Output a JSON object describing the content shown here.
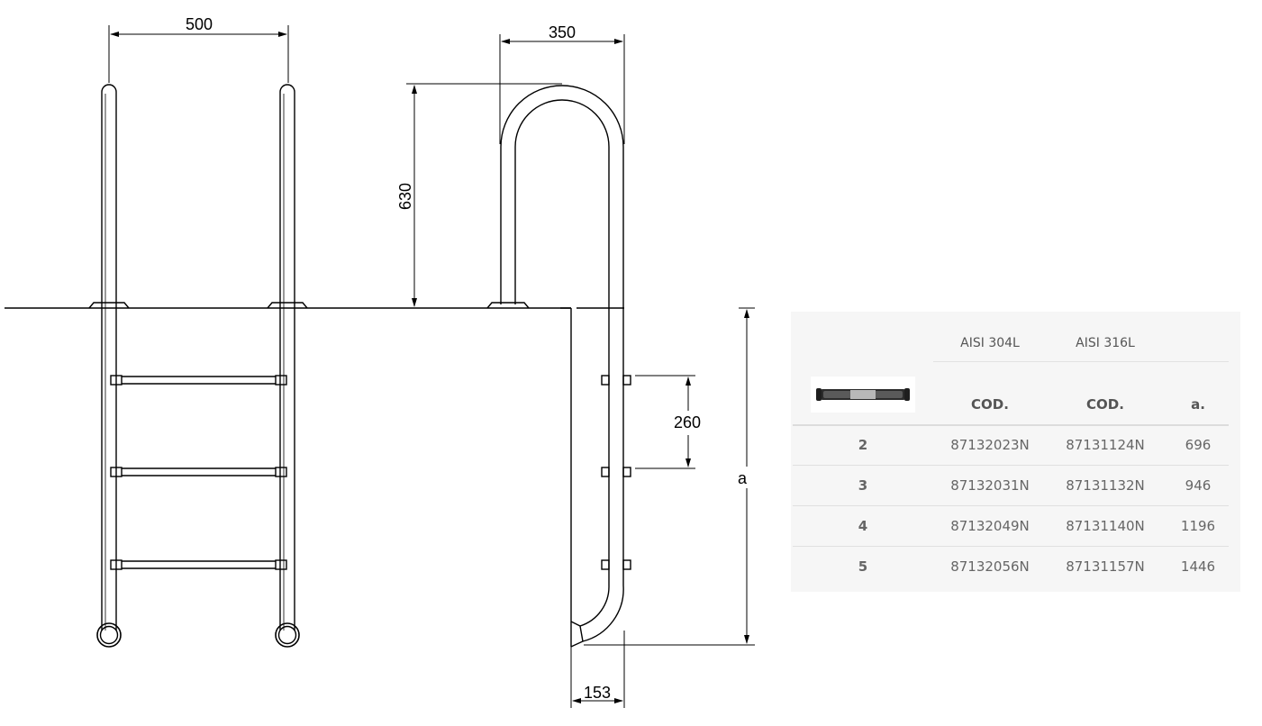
{
  "drawing": {
    "dims": {
      "front_width": "500",
      "side_width": "350",
      "handrail_height": "630",
      "step_spacing": "260",
      "depth": "a",
      "offset": "153"
    }
  },
  "table": {
    "grades": [
      "AISI 304L",
      "AISI 316L"
    ],
    "col_headers": [
      "COD.",
      "COD.",
      "a."
    ],
    "thumbnail": "ladder-step-thumbnail",
    "rows": [
      {
        "steps": "2",
        "code_304": "87132023N",
        "code_316": "87131124N",
        "a": "696"
      },
      {
        "steps": "3",
        "code_304": "87132031N",
        "code_316": "87131132N",
        "a": "946"
      },
      {
        "steps": "4",
        "code_304": "87132049N",
        "code_316": "87131140N",
        "a": "1196"
      },
      {
        "steps": "5",
        "code_304": "87132056N",
        "code_316": "87131157N",
        "a": "1446"
      }
    ]
  }
}
